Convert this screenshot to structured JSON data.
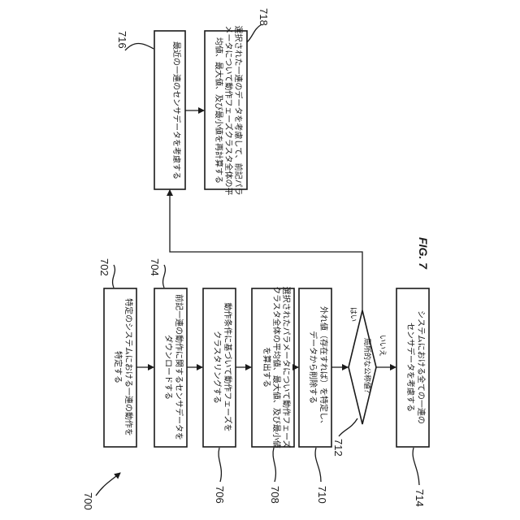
{
  "figure": {
    "label": "FIG. 7",
    "ref": "700",
    "boxes": [
      {
        "ref": "702",
        "lines": [
          "特定のシステムにおける一連の動作を",
          "特定する"
        ]
      },
      {
        "ref": "704",
        "lines": [
          "前記一連の動作に関するセンサデータを",
          "ダウンロードする"
        ]
      },
      {
        "ref": "706",
        "lines": [
          "動作条件に基づいて動作フェーズを",
          "クラスタリングする"
        ]
      },
      {
        "ref": "708",
        "lines": [
          "選択されたパラメータについて動作フェーズ",
          "クラスタ全体の平均値、最大値、及び最小値",
          "を算出する"
        ]
      },
      {
        "ref": "710",
        "lines": [
          "外れ値（存在すれば）を特定し、",
          "データから削除する"
        ]
      },
      {
        "ref": "714",
        "lines": [
          "システムにおける全ての一連の",
          "センサデータを考慮する"
        ]
      },
      {
        "ref": "716",
        "lines": [
          "最近の一連のセンサデータを考慮する"
        ]
      },
      {
        "ref": "718",
        "lines": [
          "選択された一連のデータを考慮して、前記パラ",
          "メータについて動作フェーズクラスタ全体の平",
          "均値、最大値、及び最小値を再計算する"
        ]
      }
    ],
    "decision": {
      "ref": "712",
      "text": "局所的な公称値？",
      "yes": "はい",
      "no": "いいえ"
    }
  }
}
